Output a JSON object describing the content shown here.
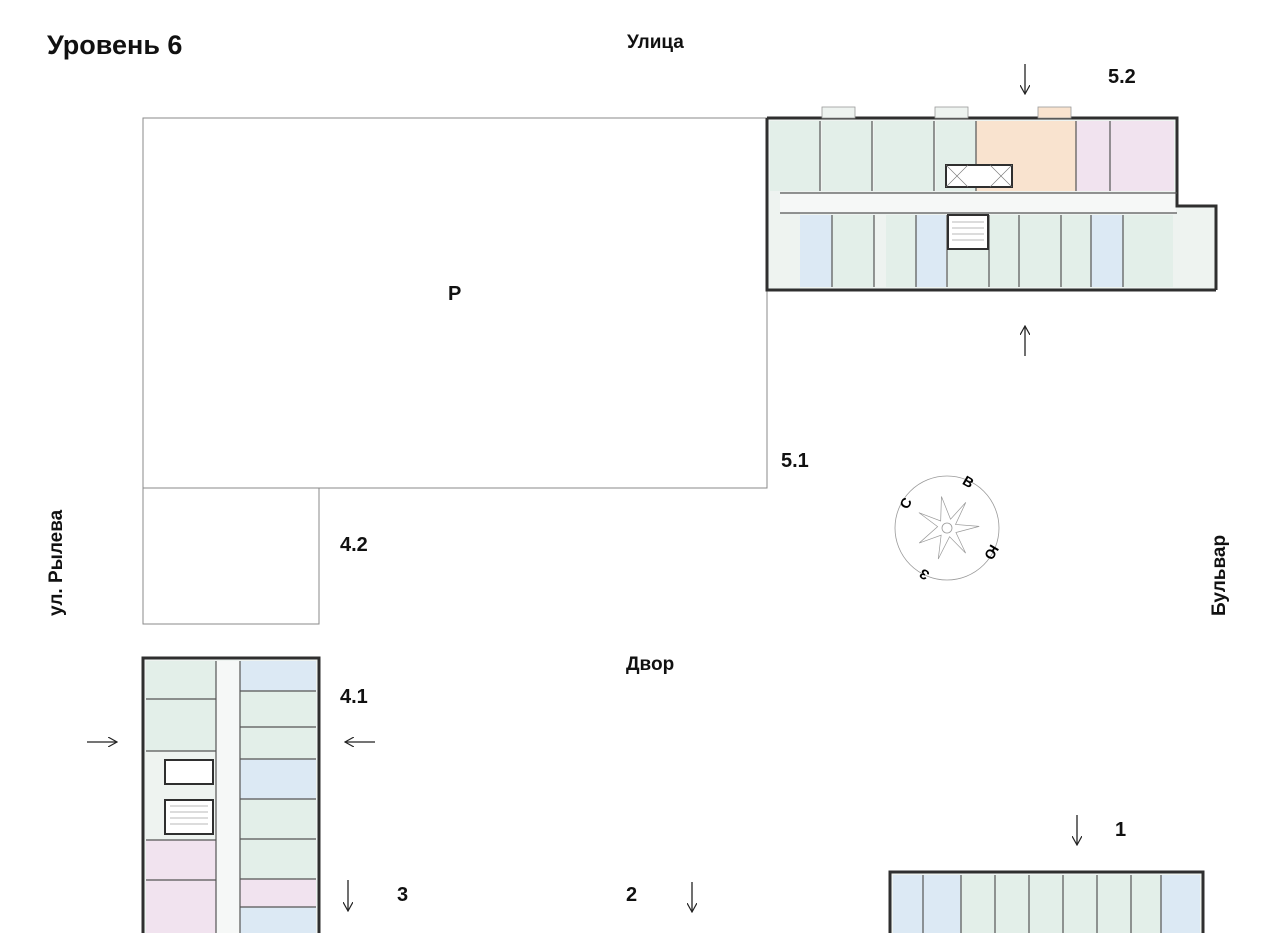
{
  "title": "Уровень 6",
  "streets": {
    "top": "Улица",
    "left": "ул. Рылева",
    "right": "Бульвар",
    "courtyard": "Двор"
  },
  "sections": {
    "s5_2": "5.2",
    "s5_1": "5.1",
    "s4_2": "4.2",
    "s4_1": "4.1",
    "s3": "3",
    "s2": "2",
    "s1": "1"
  },
  "parking_label": "Р",
  "compass": {
    "n": "С",
    "e": "В",
    "s": "Ю",
    "w": "З"
  },
  "colors": {
    "wall": "#2f2f2f",
    "green_apt": "#e3efe9",
    "blue_apt": "#dce9f4",
    "orange_apt": "#f9e3cf",
    "pink_apt": "#f1e3ef",
    "outline": "#8a8a8a"
  }
}
